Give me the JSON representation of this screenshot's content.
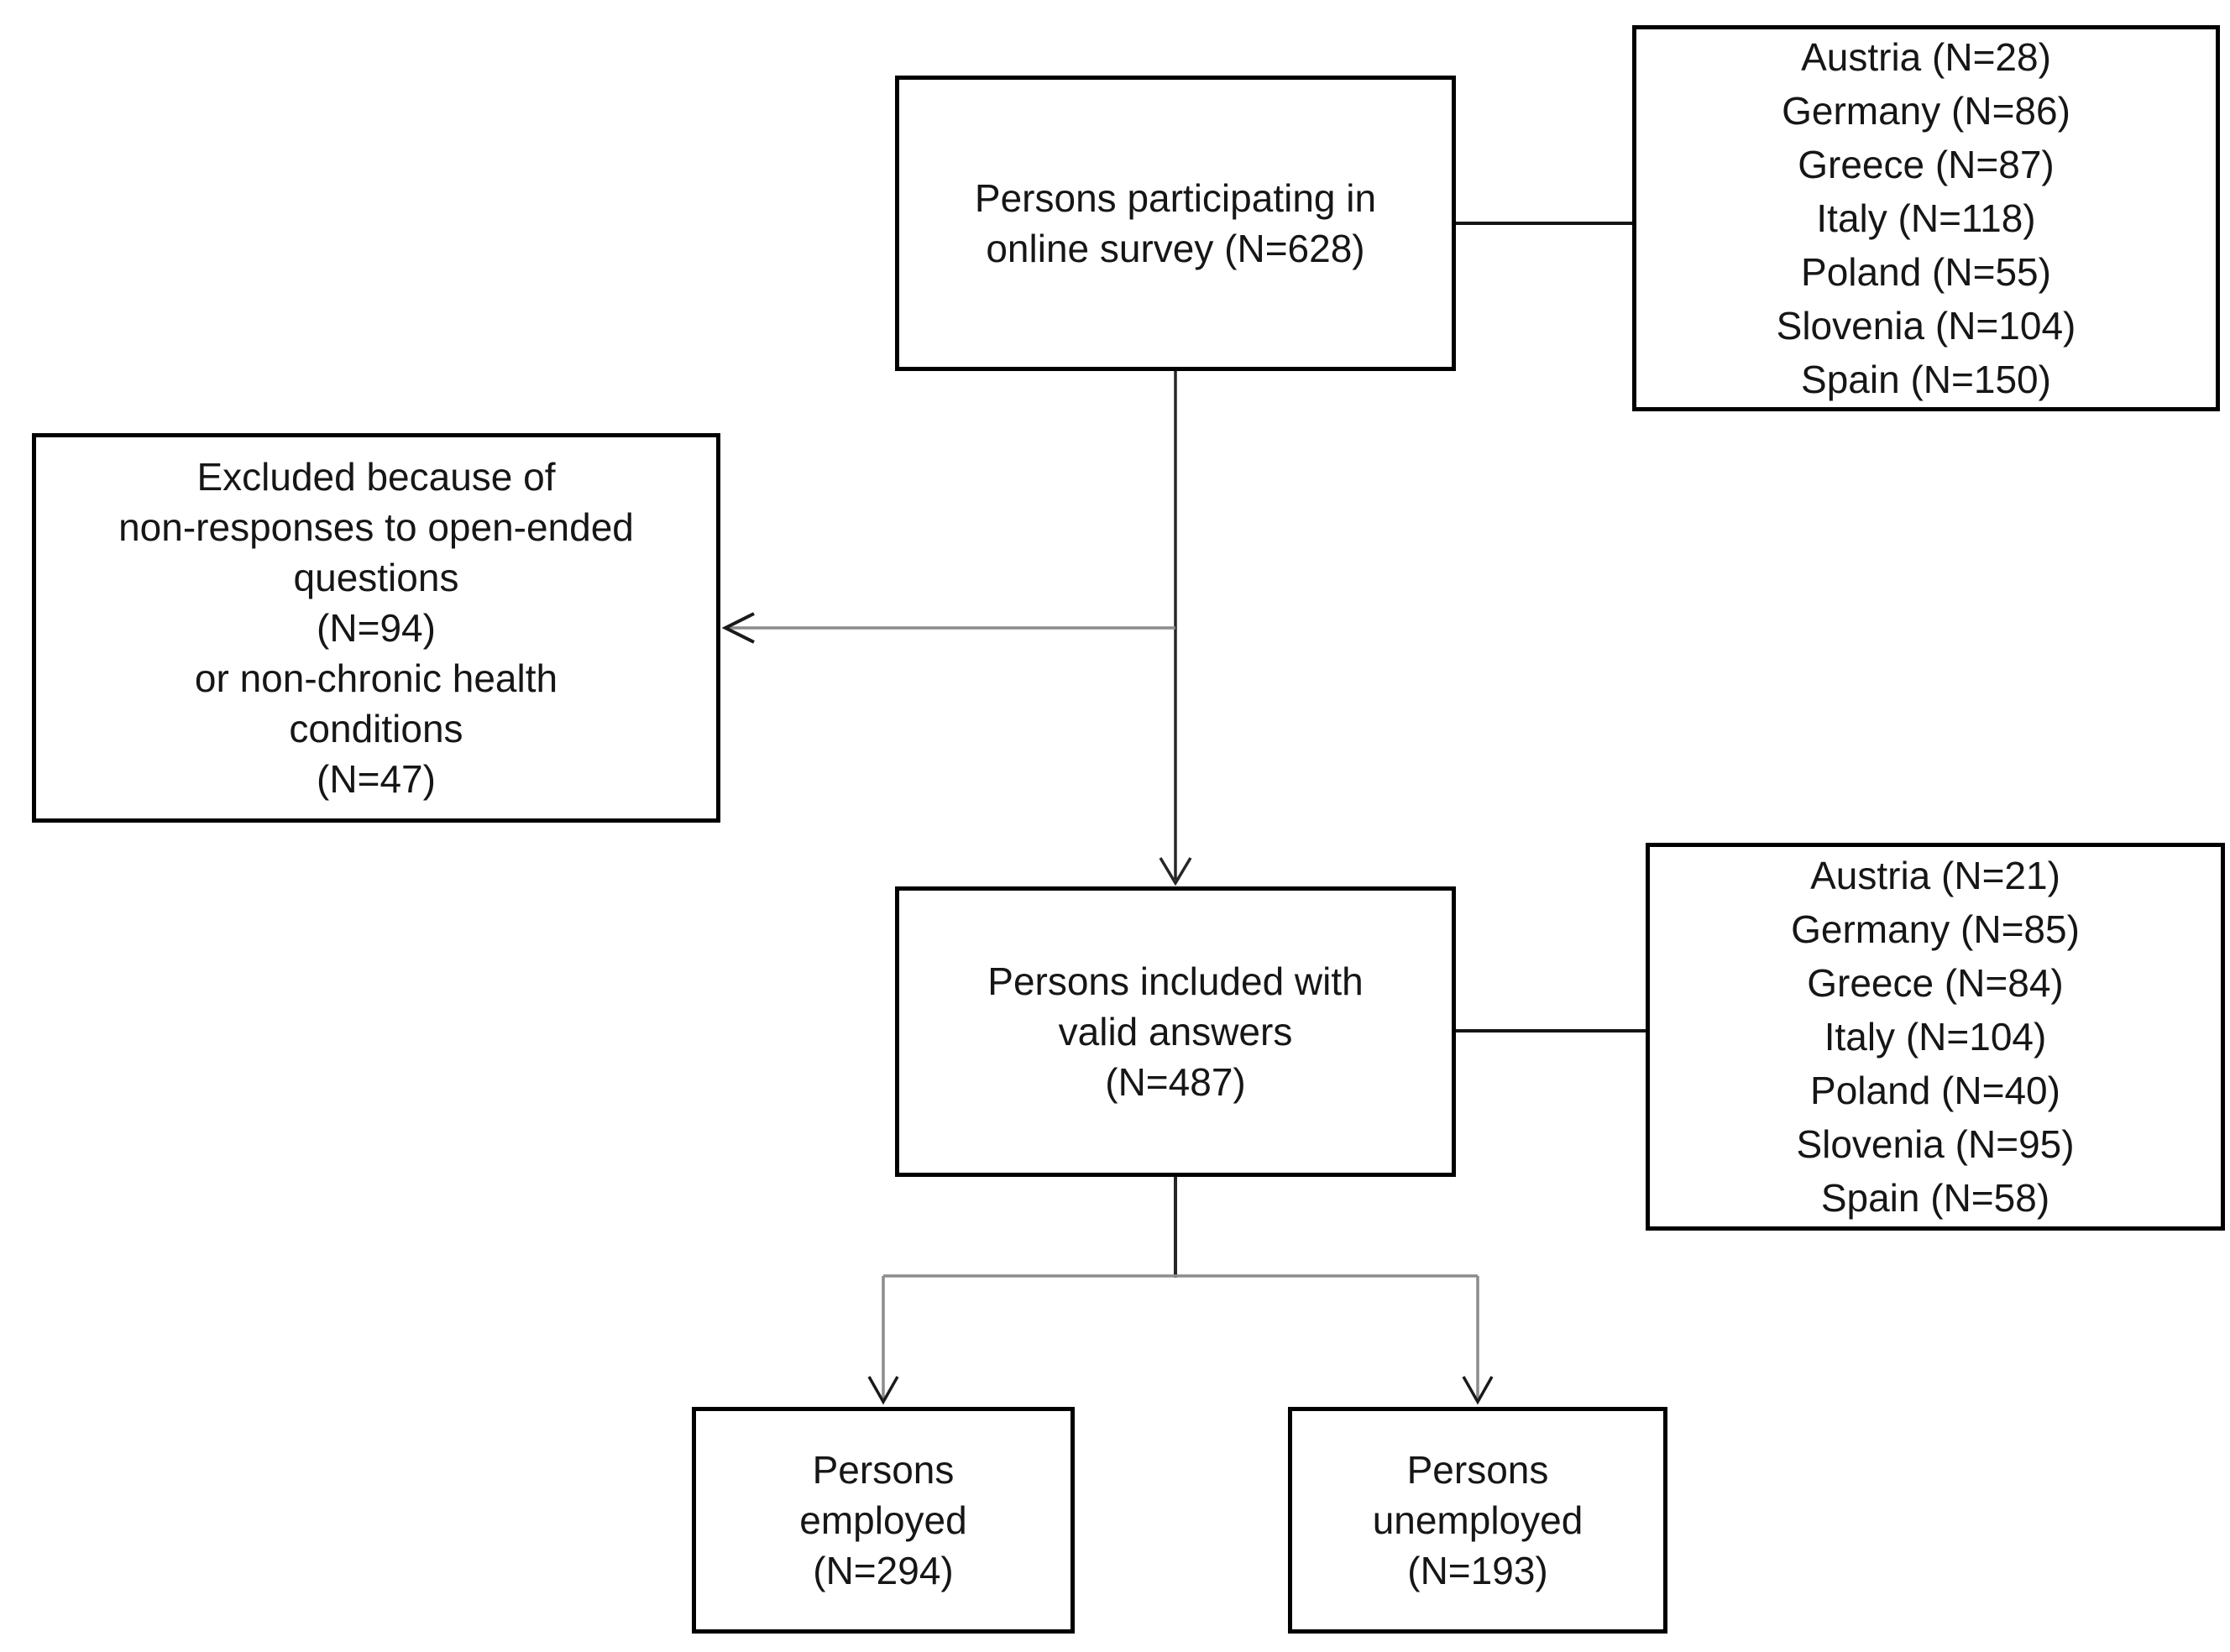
{
  "colors": {
    "background": "#ffffff",
    "box_border": "#000000",
    "text": "#161616",
    "connector_black": "#262626",
    "connector_gray": "#8c8c8c"
  },
  "nodes": {
    "participants": {
      "lines": [
        "Persons participating in",
        "online survey (N=628)"
      ]
    },
    "survey_countries": {
      "lines": [
        "Austria (N=28)",
        "Germany (N=86)",
        "Greece (N=87)",
        "Italy (N=118)",
        "Poland (N=55)",
        "Slovenia (N=104)",
        "Spain (N=150)"
      ]
    },
    "excluded": {
      "lines": [
        "Excluded because of",
        "non-responses to open-ended",
        "questions",
        "(N=94)",
        "or non-chronic health",
        "conditions",
        "(N=47)"
      ]
    },
    "included": {
      "lines": [
        "Persons included with",
        "valid answers",
        "(N=487)"
      ]
    },
    "included_countries": {
      "lines": [
        "Austria (N=21)",
        "Germany (N=85)",
        "Greece (N=84)",
        "Italy (N=104)",
        "Poland (N=40)",
        "Slovenia (N=95)",
        "Spain (N=58)"
      ]
    },
    "employed": {
      "lines": [
        "Persons",
        "employed",
        "(N=294)"
      ]
    },
    "unemployed": {
      "lines": [
        "Persons",
        "unemployed",
        "(N=193)"
      ]
    }
  },
  "counts": {
    "online_survey_total": 628,
    "excluded_non_responses": 94,
    "excluded_non_chronic": 47,
    "included_valid": 487,
    "employed": 294,
    "unemployed": 193
  },
  "country_breakdown_survey": [
    {
      "country": "Austria",
      "n": 28
    },
    {
      "country": "Germany",
      "n": 86
    },
    {
      "country": "Greece",
      "n": 87
    },
    {
      "country": "Italy",
      "n": 118
    },
    {
      "country": "Poland",
      "n": 55
    },
    {
      "country": "Slovenia",
      "n": 104
    },
    {
      "country": "Spain",
      "n": 150
    }
  ],
  "country_breakdown_included": [
    {
      "country": "Austria",
      "n": 21
    },
    {
      "country": "Germany",
      "n": 85
    },
    {
      "country": "Greece",
      "n": 84
    },
    {
      "country": "Italy",
      "n": 104
    },
    {
      "country": "Poland",
      "n": 40
    },
    {
      "country": "Slovenia",
      "n": 95
    },
    {
      "country": "Spain",
      "n": 58
    }
  ],
  "edges": [
    {
      "from": "participants",
      "to": "survey_countries",
      "arrow": false
    },
    {
      "from": "participants",
      "to": "excluded",
      "arrow": true
    },
    {
      "from": "participants",
      "to": "included",
      "arrow": true
    },
    {
      "from": "included",
      "to": "included_countries",
      "arrow": false
    },
    {
      "from": "included",
      "to": "employed",
      "arrow": true
    },
    {
      "from": "included",
      "to": "unemployed",
      "arrow": true
    }
  ]
}
